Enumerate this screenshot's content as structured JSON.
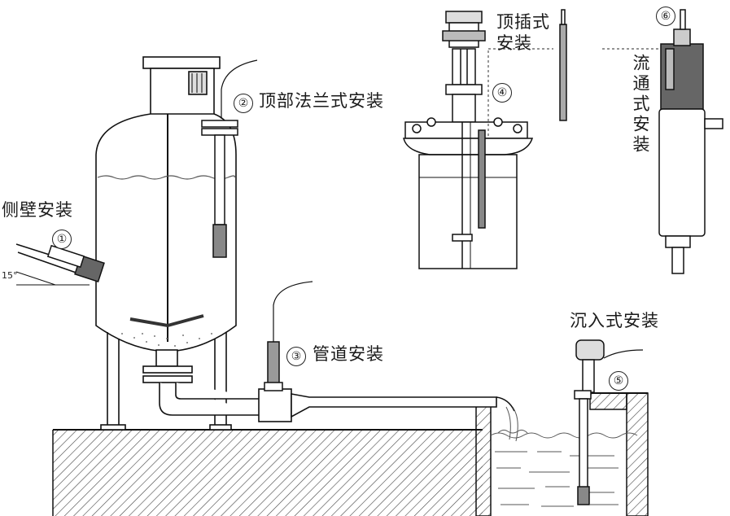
{
  "labels": {
    "side_wall": "侧壁安装",
    "top_flange": "顶部法兰式安装",
    "pipeline": "管道安装",
    "top_insert": "顶插式安装",
    "submerged": "沉入式安装",
    "flow_through": "流通式安装"
  },
  "markers": {
    "m1": "①",
    "m2": "②",
    "m3": "③",
    "m4": "④",
    "m5": "⑤",
    "m6": "⑥"
  },
  "angle_label": "15°"
}
